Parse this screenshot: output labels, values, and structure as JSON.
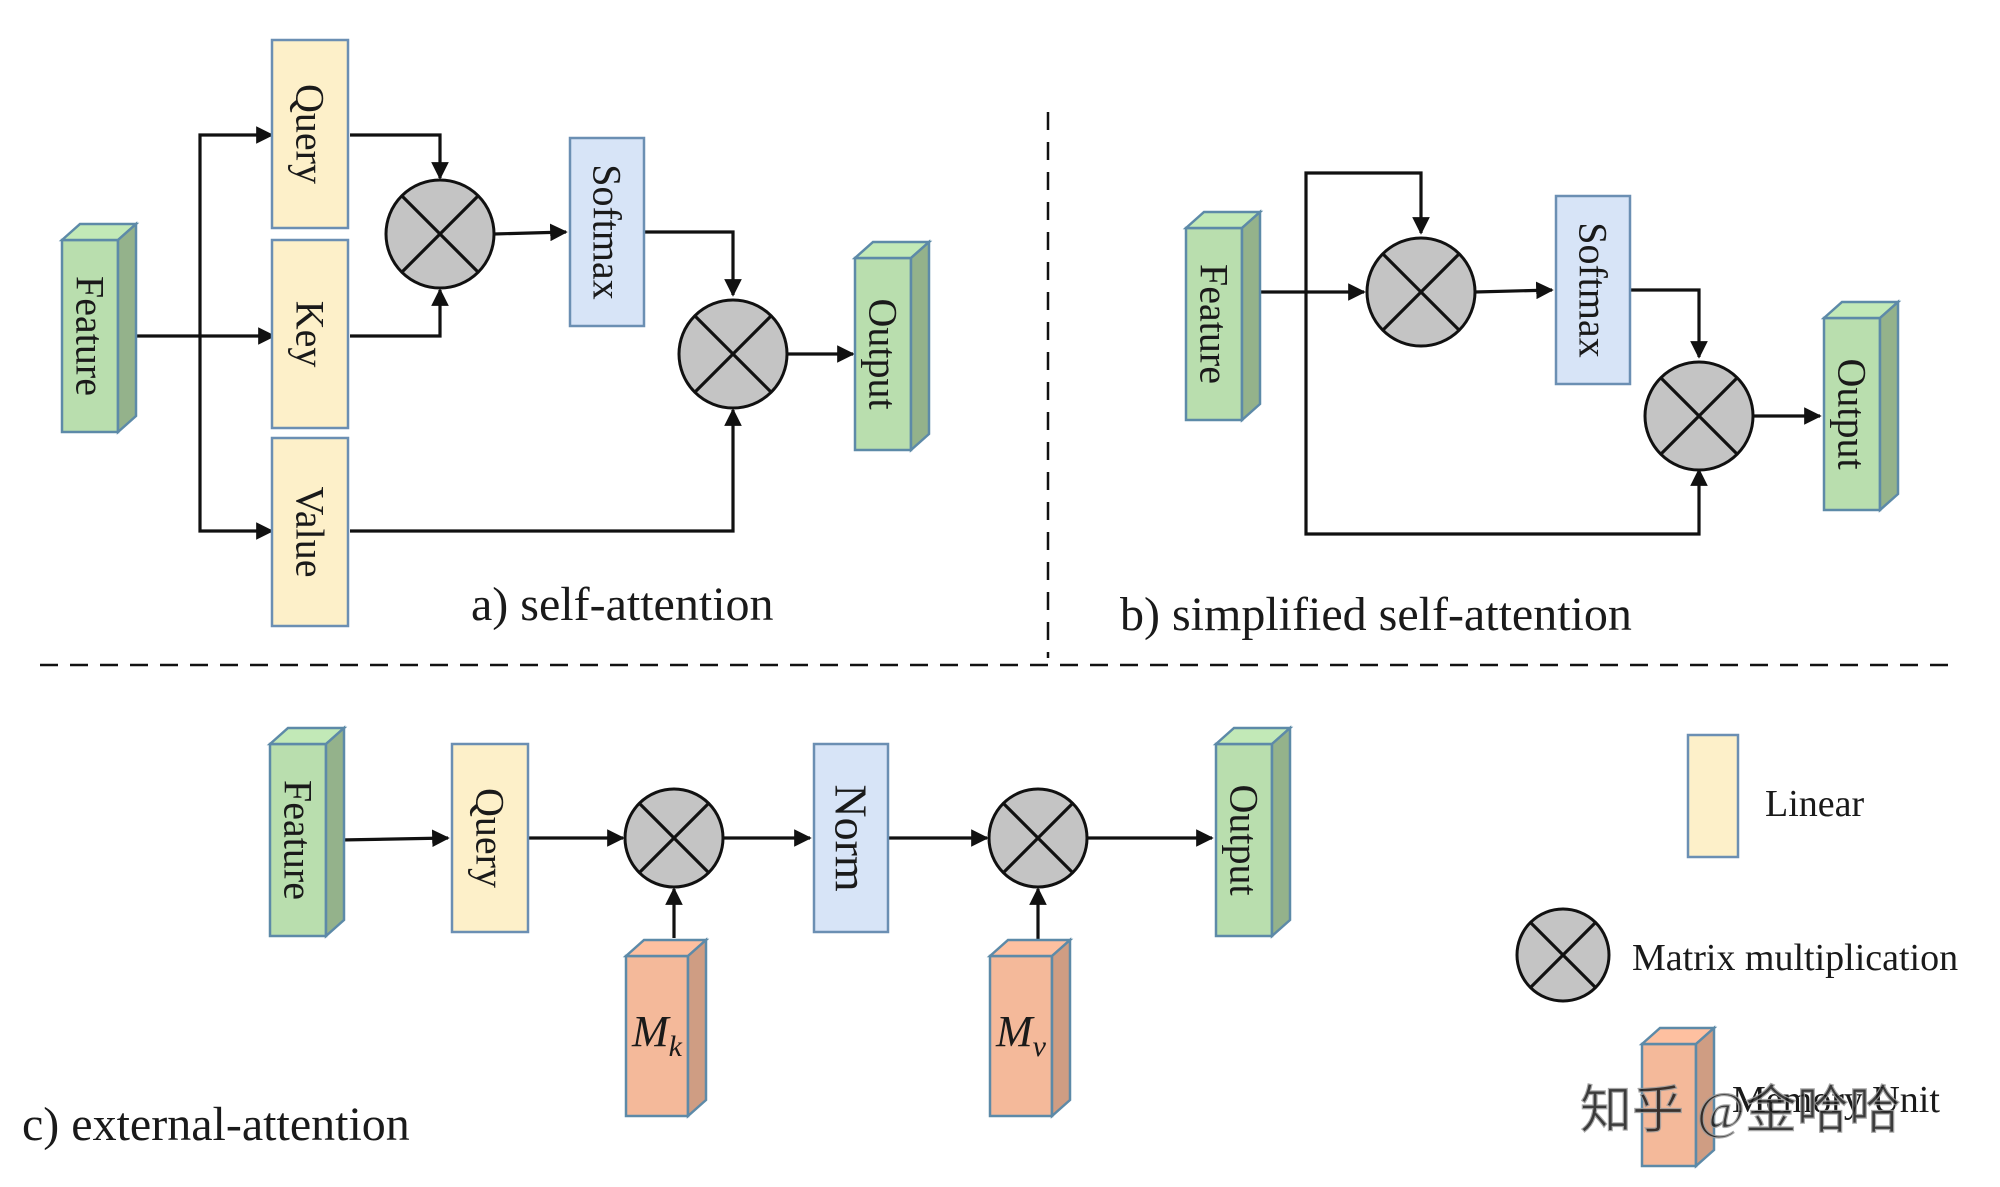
{
  "panels": {
    "a": {
      "caption": "a) self-attention",
      "feature": "Feature",
      "query": "Query",
      "key": "Key",
      "value": "Value",
      "softmax": "Softmax",
      "output": "Output"
    },
    "b": {
      "caption": "b) simplified self-attention",
      "feature": "Feature",
      "softmax": "Softmax",
      "output": "Output"
    },
    "c": {
      "caption": "c) external-attention",
      "feature": "Feature",
      "query": "Query",
      "norm": "Norm",
      "output": "Output",
      "mk": {
        "base": "M",
        "sub": "k"
      },
      "mv": {
        "base": "M",
        "sub": "v"
      }
    }
  },
  "legend": {
    "linear": "Linear",
    "matmul": "Matrix multiplication",
    "memory": "Memory Unit"
  },
  "watermark": "知乎 @金哈哈",
  "colors": {
    "feature_fill": "#b9deae",
    "feature_stroke": "#5d8aa8",
    "linear_fill": "#fdf0c9",
    "linear_stroke": "#6b8fb3",
    "softmax_fill": "#d7e4f7",
    "memory_fill": "#f4b99a",
    "matmul_fill": "#c4c4c4"
  }
}
